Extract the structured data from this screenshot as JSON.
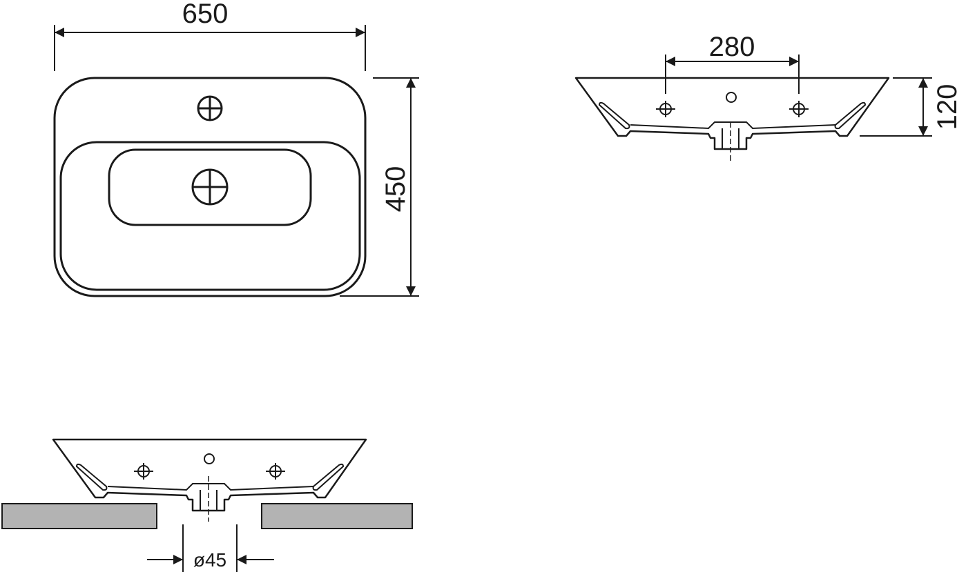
{
  "top_view": {
    "width_label": "650",
    "height_label": "450"
  },
  "side_view": {
    "tap_spacing_label": "280",
    "depth_label": "120"
  },
  "installed_view": {
    "drain_diameter_label": "ø45"
  },
  "colors": {
    "line": "#1a1a1a",
    "countertop_fill": "#b3b3b3",
    "background": "#ffffff"
  }
}
